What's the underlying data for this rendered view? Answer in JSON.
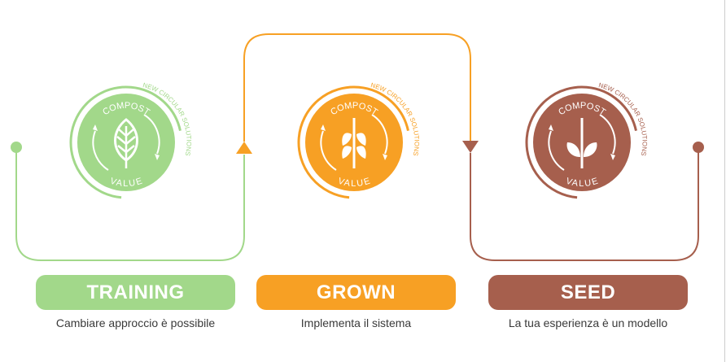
{
  "badge": {
    "top": "COMPOST",
    "bottom": "VALUE",
    "ring": "NEW CIRCULAR SOLUTIONS"
  },
  "steps": [
    {
      "label": "TRAINING",
      "caption": "Cambiare approccio è possibile",
      "color": "#a2d88a",
      "icon": "leaf-icon"
    },
    {
      "label": "GROWN",
      "caption": "Implementa il sistema",
      "color": "#f7a024",
      "icon": "wheat-icon"
    },
    {
      "label": "SEED",
      "caption": "La tua esperienza è un modello",
      "color": "#a65f4d",
      "icon": "sprout-icon"
    }
  ]
}
